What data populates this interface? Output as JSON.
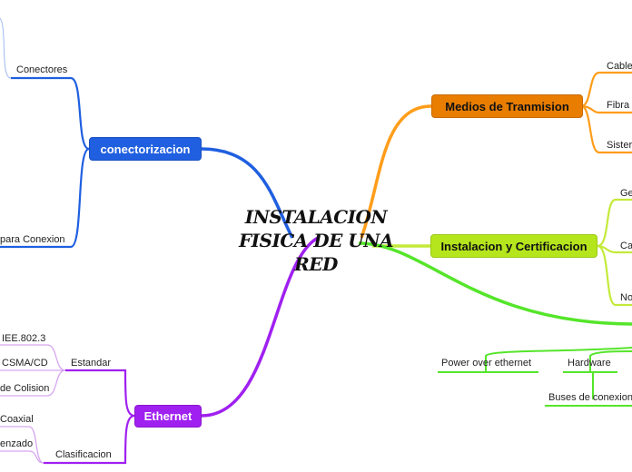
{
  "central": {
    "title": "INSTALACION FISICA DE UNA RED",
    "lines": [
      "INSTALACION",
      "FISICA DE UNA",
      "RED"
    ]
  },
  "branches": {
    "medios": {
      "label": "Medios de Tranmision",
      "color": "#ff8c00",
      "children": [
        "Cable",
        "Fibra",
        "Sister"
      ]
    },
    "instalacion": {
      "label": "Instalacion y Certificacion",
      "color": "#b5e61d",
      "children": [
        "Ge",
        "Ca",
        "No"
      ]
    },
    "conectorizacion": {
      "label": "conectorizacion",
      "color": "#1f5fe0",
      "children": [
        "Conectores",
        "para Conexion"
      ]
    },
    "ethernet": {
      "label": "Ethernet",
      "color": "#a020f0",
      "estandar": {
        "label": "Estandar",
        "children": [
          "IEE.802.3",
          "CSMA/CD",
          "de Colision"
        ]
      },
      "clasificacion": {
        "label": "Clasificacion",
        "children": [
          "Coaxial",
          "enzado"
        ]
      }
    },
    "green": {
      "color": "#44dd22",
      "children": [
        "Power over ethernet",
        "Hardware",
        "Buses de conexion"
      ]
    }
  }
}
